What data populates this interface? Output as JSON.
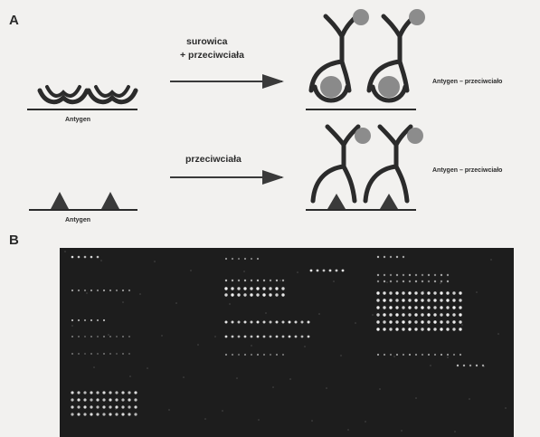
{
  "panel_a": {
    "letter": "A",
    "top_row": {
      "arrow_label_line1": "surowica",
      "arrow_label_line2": "+ przeciwciała",
      "left_label": "Antygen",
      "right_label": "Antygen – przeciwciało"
    },
    "bottom_row": {
      "arrow_label": "przeciwciała",
      "left_label": "Antygen",
      "right_label": "Antygen – przeciwciało"
    }
  },
  "panel_b": {
    "letter": "B",
    "description": "fluorescent microarray with spot blocks"
  },
  "colors": {
    "background": "#f2f1ef",
    "ink": "#2b2b2b",
    "antigen_circle": "#8a8a8a",
    "antibody_dot": "#8c8c8c",
    "array_background": "#1d1d1d",
    "spot": "#ffffff"
  }
}
